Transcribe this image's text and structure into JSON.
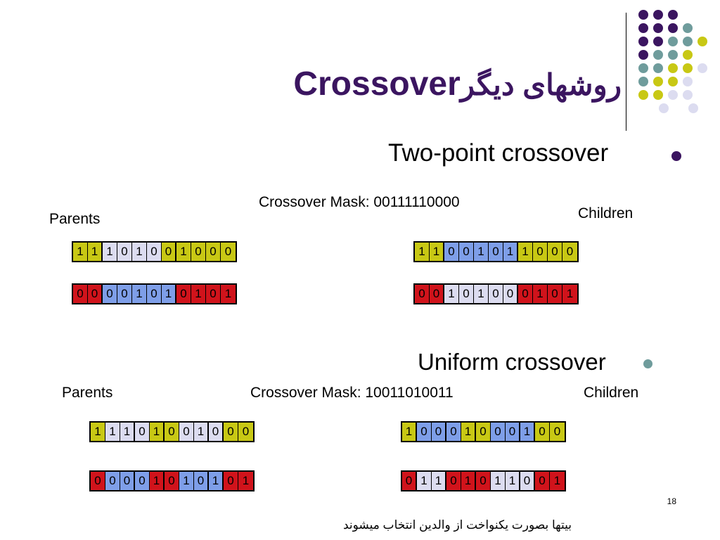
{
  "slide": {
    "title_en": "Crossover",
    "title_fa": "روشهای دیگر",
    "page_number": "18",
    "footer_note": "بیتها بصورت یکنواخت از والدین انتخاب میشوند"
  },
  "colors": {
    "title": "#3b1560",
    "purple": "#3b1560",
    "teal": "#6f9c9c",
    "yellow": "#c8c814",
    "lavender": "#dcdcf0",
    "blue": "#7e9ee8",
    "red": "#d0131b"
  },
  "two_point": {
    "heading": "Two-point crossover",
    "mask_label": "Crossover Mask: 00111110000",
    "parents_label": "Parents",
    "children_label": "Children",
    "parent1": "11101001000",
    "parent2": "00001010101",
    "child1": "11001011000",
    "child2": "00101000101"
  },
  "uniform": {
    "heading": "Uniform crossover",
    "mask_label": "Crossover Mask: 10011010011",
    "parents_label": "Parents",
    "children_label": "Children",
    "parent1": "11101001000",
    "parent2": "00001010101",
    "child1": "10001000100",
    "child2": "01101011001"
  }
}
